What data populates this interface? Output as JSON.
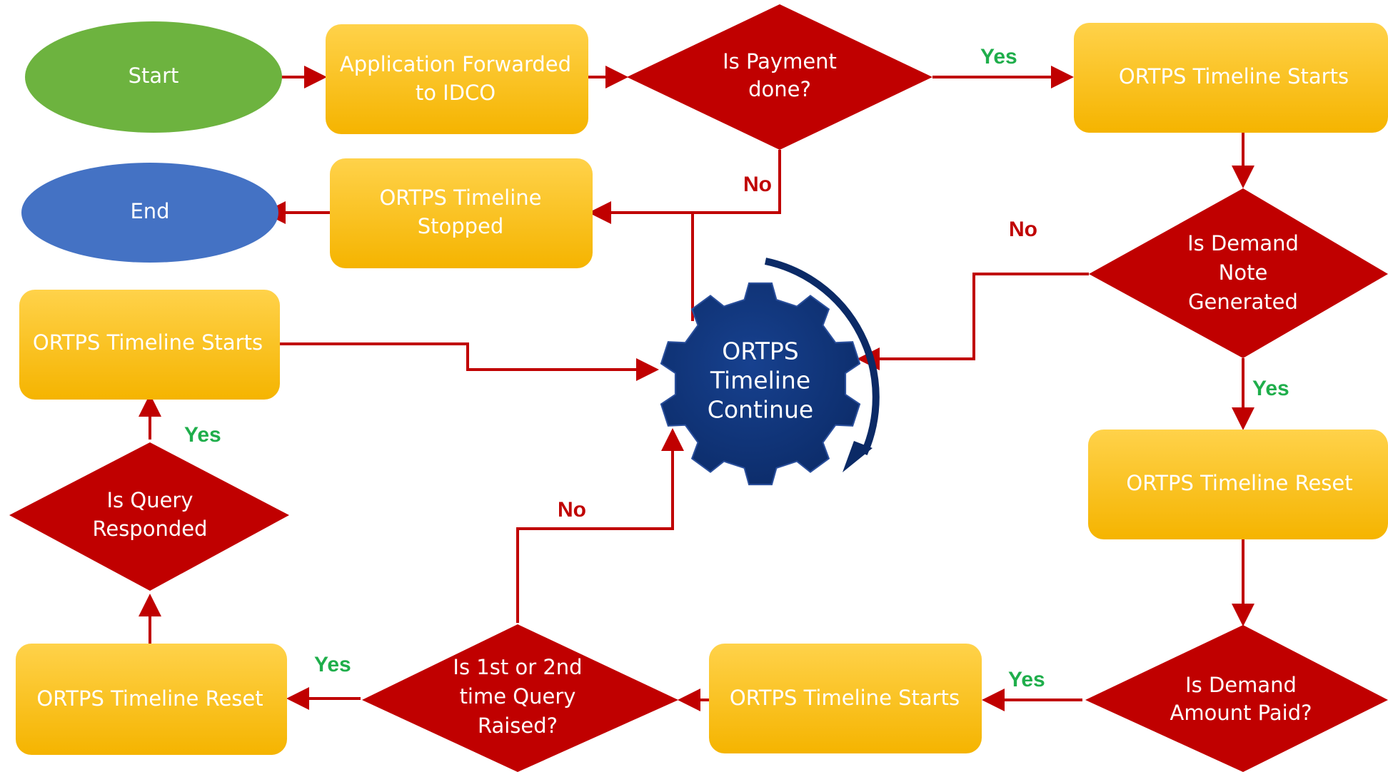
{
  "colors": {
    "box_top": "#ffd24a",
    "box_bottom": "#f5b400",
    "diamond": "#c00000",
    "start": "#6db33f",
    "end": "#4472c4",
    "gear": "#0b2a66",
    "arrow": "#c00000",
    "yes": "#1fae4b",
    "no": "#c00000"
  },
  "nodes": {
    "start": {
      "label": "Start"
    },
    "end": {
      "label": "End"
    },
    "application_forwarded": {
      "lines": [
        "Application Forwarded",
        "to IDCO"
      ]
    },
    "is_payment_done": {
      "lines": [
        "Is Payment",
        "done?"
      ]
    },
    "timeline_starts_top": {
      "lines": [
        "ORTPS Timeline Starts"
      ]
    },
    "timeline_stopped": {
      "lines": [
        "ORTPS Timeline",
        "Stopped"
      ]
    },
    "is_demand_note_generated": {
      "lines": [
        "Is Demand",
        "Note",
        "Generated"
      ]
    },
    "timeline_continue": {
      "lines": [
        "ORTPS",
        "Timeline",
        "Continue"
      ]
    },
    "timeline_starts_left": {
      "lines": [
        "ORTPS Timeline Starts"
      ]
    },
    "timeline_reset_right": {
      "lines": [
        "ORTPS Timeline Reset"
      ]
    },
    "is_query_responded": {
      "lines": [
        "Is Query",
        "Responded"
      ]
    },
    "is_demand_amount_paid": {
      "lines": [
        "Is Demand",
        "Amount Paid?"
      ]
    },
    "timeline_starts_bottom": {
      "lines": [
        "ORTPS Timeline Starts"
      ]
    },
    "is_query_raised": {
      "lines": [
        "Is 1st or 2nd",
        "time Query",
        "Raised?"
      ]
    },
    "timeline_reset_left": {
      "lines": [
        "ORTPS Timeline Reset"
      ]
    }
  },
  "edge_labels": {
    "payment_yes": "Yes",
    "payment_no": "No",
    "demand_note_no": "No",
    "demand_note_yes": "Yes",
    "query_responded_yes": "Yes",
    "query_raised_no": "No",
    "query_raised_yes": "Yes",
    "amount_paid_yes": "Yes"
  }
}
